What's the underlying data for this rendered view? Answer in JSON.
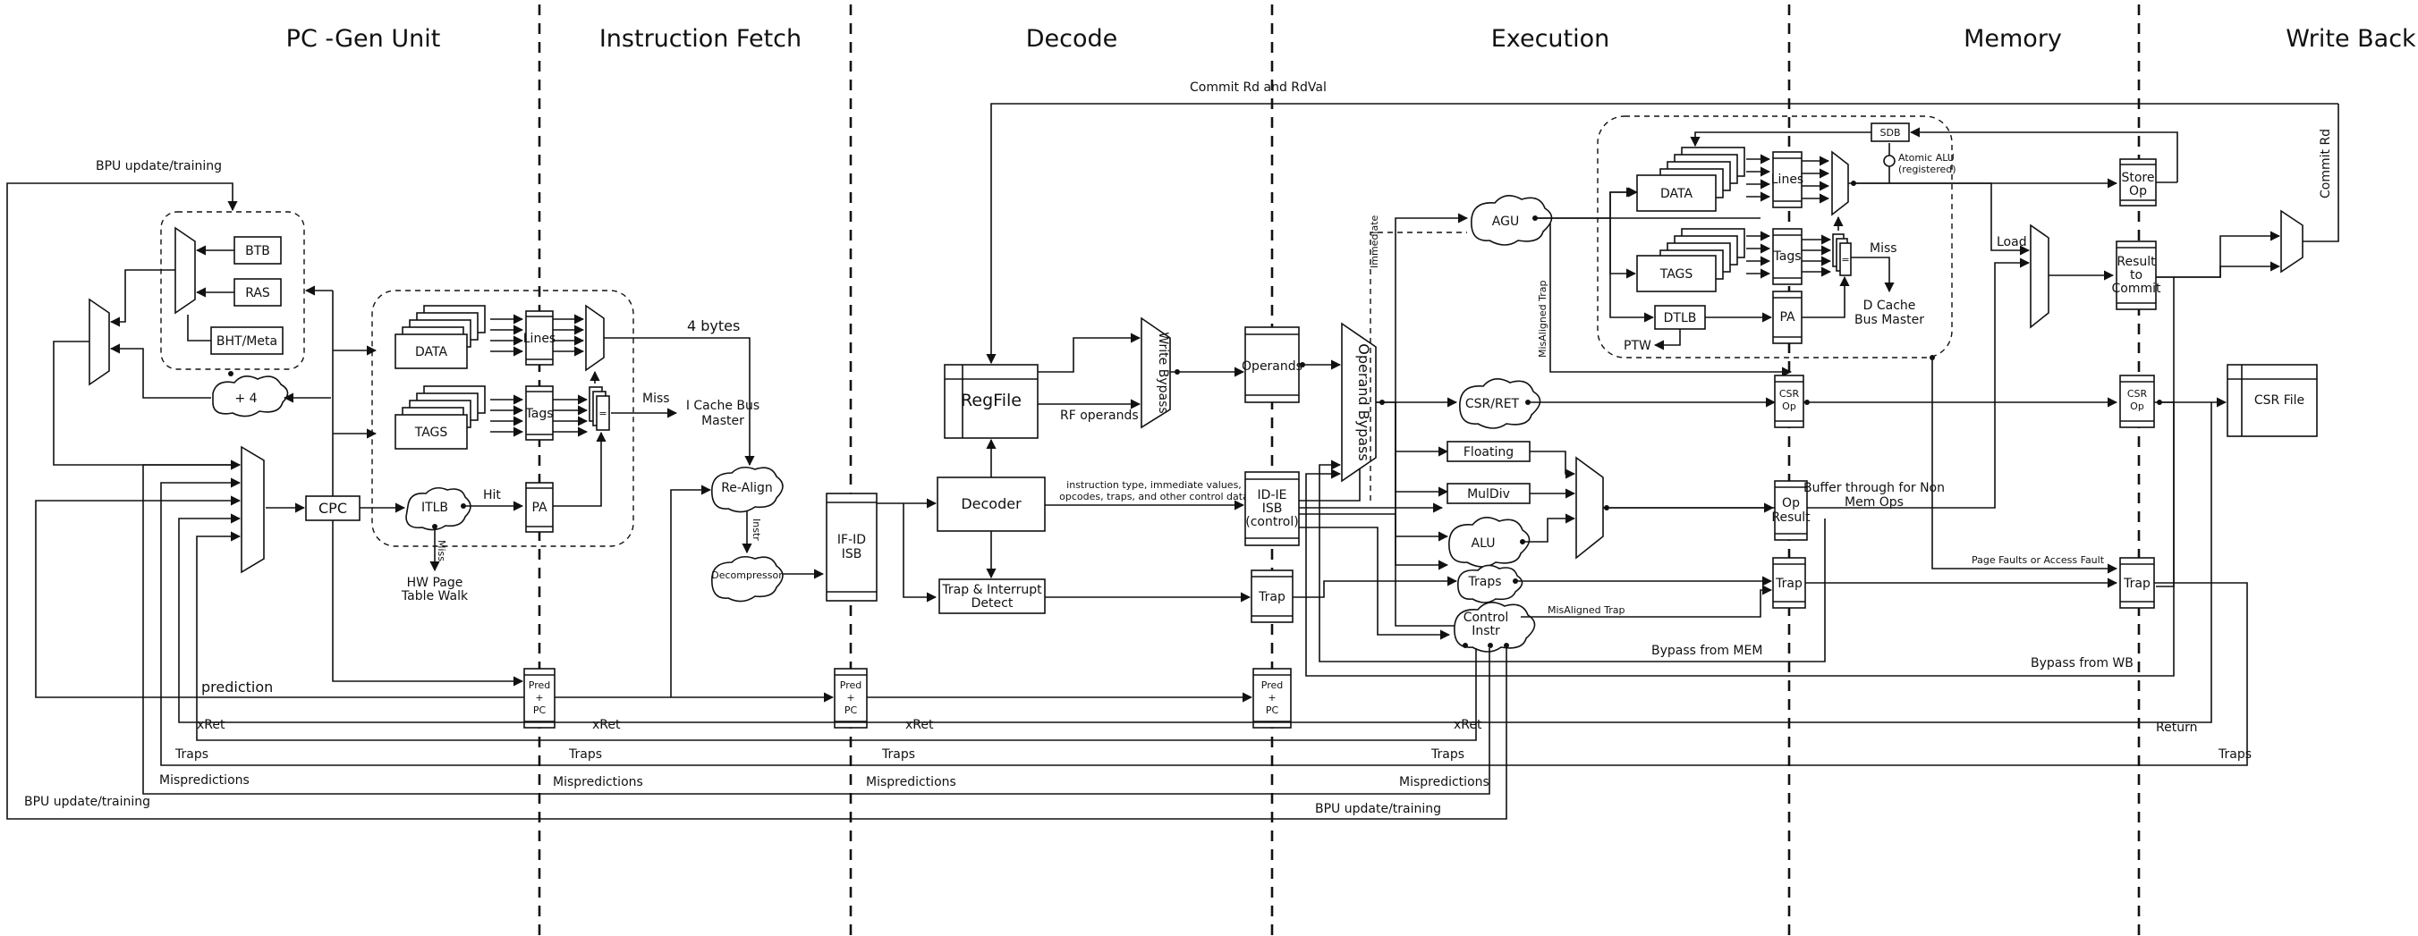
{
  "stages": {
    "pc_gen": "PC -Gen Unit",
    "fetch": "Instruction Fetch",
    "decode": "Decode",
    "execution": "Execution",
    "memory": "Memory",
    "writeback": "Write Back"
  },
  "pc_gen": {
    "btb": "BTB",
    "ras": "RAS",
    "bht": "BHT/Meta",
    "plus4": "+ 4",
    "cpc": "CPC",
    "bpu_update_top": "BPU update/training",
    "prediction": "prediction"
  },
  "fetch": {
    "data": "DATA",
    "tags": "TAGS",
    "lines": "Lines",
    "tags_reg": "Tags",
    "pa": "PA",
    "itlb": "ITLB",
    "hit": "Hit",
    "miss_itlb": "Miss",
    "hw_walk_1": "HW Page",
    "hw_walk_2": "Table Walk",
    "miss_cache": "Miss",
    "bus_1": "I Cache Bus",
    "bus_2": "Master",
    "four_bytes": "4 bytes",
    "realign": "Re-Align",
    "instr": "Instr",
    "decompressor": "Decompressor",
    "eq": "="
  },
  "decode": {
    "ifid_1": "IF-ID",
    "ifid_2": "ISB",
    "regfile": "RegFile",
    "decoder": "Decoder",
    "trap_detect_1": "Trap & Interrupt",
    "trap_detect_2": "Detect",
    "write_bypass": "Write Bypass",
    "rf_operands": "RF operands",
    "commit_label": "Commit Rd and RdVal",
    "decode_info_1": "instruction type, immediate values,",
    "decode_info_2": "opcodes, traps, and other control data"
  },
  "execution": {
    "operands": "Operands",
    "idie_1": "ID-IE",
    "idie_2": "ISB",
    "idie_3": "(control)",
    "trap": "Trap",
    "operand_bypass": "Operand Bypass",
    "immediate": "Immediate",
    "agu": "AGU",
    "csr_ret": "CSR/RET",
    "floating": "Floating",
    "muldiv": "MulDiv",
    "alu": "ALU",
    "traps": "Traps",
    "control_1": "Control",
    "control_2": "Instr",
    "misaligned_trap_v": "MisAligned Trap",
    "misaligned_trap_h": "MisAligned Trap",
    "bypass_mem": "Bypass from MEM"
  },
  "memory": {
    "data": "DATA",
    "tags": "TAGS",
    "lines": "Lines",
    "tags_reg": "Tags",
    "pa": "PA",
    "dtlb": "DTLB",
    "ptw": "PTW",
    "sdb": "SDB",
    "atomic_1": "Atomic ALU",
    "atomic_2": "(registered)",
    "miss": "Miss",
    "bus_1": "D Cache",
    "bus_2": "Bus Master",
    "csr_op_1": "CSR",
    "csr_op_2": "Op",
    "op_result_1": "Op",
    "op_result_2": "Result",
    "trap": "Trap",
    "buffer_1": "Buffer through for Non",
    "buffer_2": "Mem Ops",
    "load": "Load",
    "store_op_1": "Store",
    "store_op_2": "Op",
    "page_faults": "Page Faults or Access Fault",
    "bypass_wb": "Bypass from WB",
    "eq": "="
  },
  "writeback": {
    "result_1": "Result",
    "result_2": "to",
    "result_3": "Commit",
    "csr_op_1": "CSR",
    "csr_op_2": "Op",
    "trap": "Trap",
    "csr_file": "CSR File",
    "commit_rd": "Commit Rd",
    "return": "Return"
  },
  "pred_pc": {
    "l1": "Pred",
    "l2": "+",
    "l3": "PC"
  },
  "buses": {
    "xret": "xRet",
    "traps": "Traps",
    "mispredictions": "Mispredictions",
    "bpu_update": "BPU update/training"
  }
}
